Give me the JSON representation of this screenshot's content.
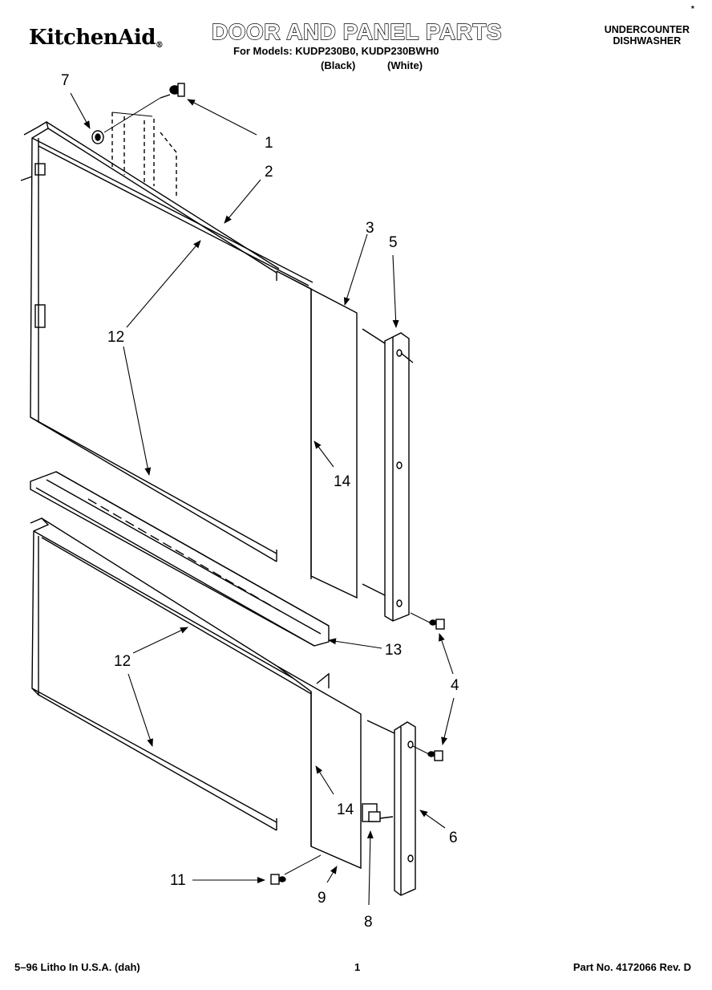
{
  "header": {
    "brand": "KitchenAid",
    "brand_mark": "®",
    "title": "DOOR AND PANEL PARTS",
    "models_line": "For Models: KUDP230B0, KUDP230BWH0",
    "variant_black": "(Black)",
    "variant_white": "(White)",
    "product_line1": "UNDERCOUNTER",
    "product_line2": "DISHWASHER",
    "corner_mark": "*"
  },
  "callouts": {
    "c1": "1",
    "c2": "2",
    "c3": "3",
    "c4": "4",
    "c5": "5",
    "c6": "6",
    "c7": "7",
    "c8": "8",
    "c9": "9",
    "c11": "11",
    "c12a": "12",
    "c12b": "12",
    "c13": "13",
    "c14a": "14",
    "c14b": "14"
  },
  "footer": {
    "left": "5–96 Litho In U.S.A. (dah)",
    "page": "1",
    "part_no": "Part No. 4172066 Rev. D"
  }
}
